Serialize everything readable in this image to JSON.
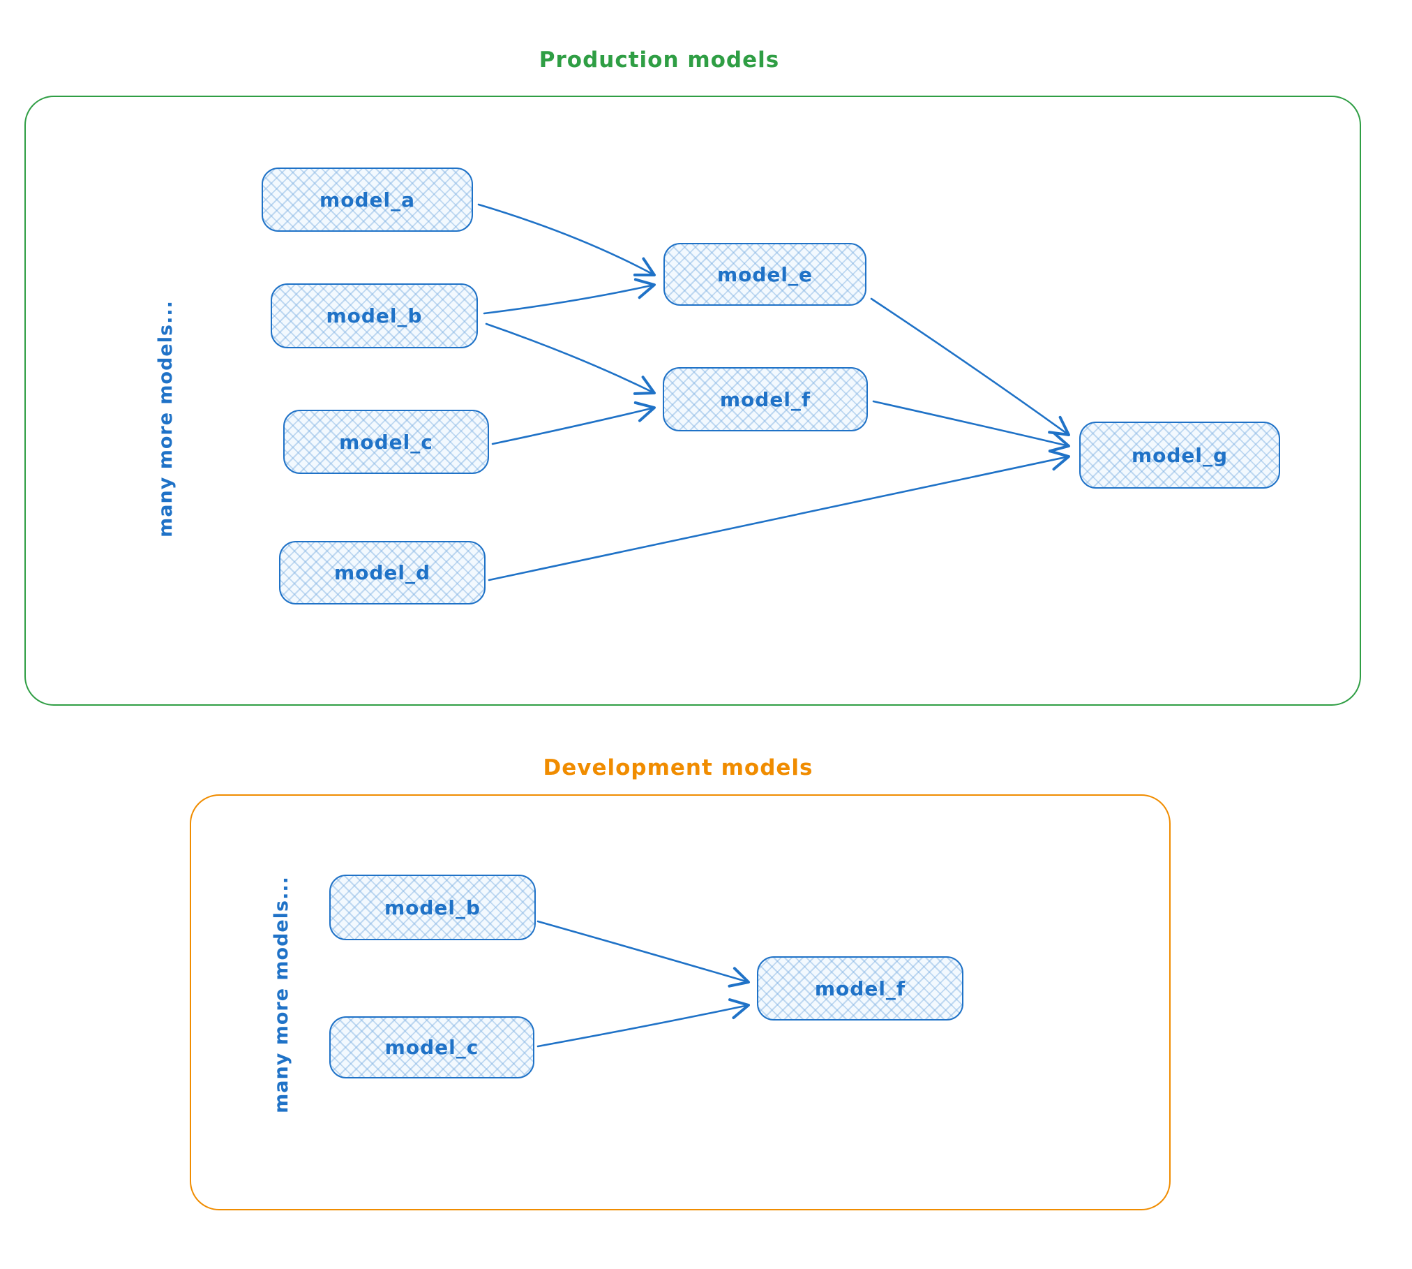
{
  "diagram": {
    "tool_style": "hand-drawn flowchart",
    "sections": {
      "production": {
        "title": "Production models",
        "accent_color": "#2f9e44",
        "side_label": "many more models...",
        "nodes": [
          {
            "id": "model_a",
            "label": "model_a"
          },
          {
            "id": "model_b",
            "label": "model_b"
          },
          {
            "id": "model_c",
            "label": "model_c"
          },
          {
            "id": "model_d",
            "label": "model_d"
          },
          {
            "id": "model_e",
            "label": "model_e"
          },
          {
            "id": "model_f",
            "label": "model_f"
          },
          {
            "id": "model_g",
            "label": "model_g"
          }
        ],
        "edges": [
          {
            "from": "model_a",
            "to": "model_e"
          },
          {
            "from": "model_b",
            "to": "model_e"
          },
          {
            "from": "model_b",
            "to": "model_f"
          },
          {
            "from": "model_c",
            "to": "model_f"
          },
          {
            "from": "model_e",
            "to": "model_g"
          },
          {
            "from": "model_f",
            "to": "model_g"
          },
          {
            "from": "model_d",
            "to": "model_g"
          }
        ]
      },
      "development": {
        "title": "Development models",
        "accent_color": "#f08c00",
        "side_label": "many more models...",
        "nodes": [
          {
            "id": "model_b",
            "label": "model_b"
          },
          {
            "id": "model_c",
            "label": "model_c"
          },
          {
            "id": "model_f",
            "label": "model_f"
          }
        ],
        "edges": [
          {
            "from": "model_b",
            "to": "model_f"
          },
          {
            "from": "model_c",
            "to": "model_f"
          }
        ]
      }
    },
    "colors": {
      "node_stroke": "#1f72c7",
      "node_fill": "#dcecfa",
      "arrow": "#1f72c7",
      "production_frame": "#2f9e44",
      "development_frame": "#f08c00"
    }
  }
}
